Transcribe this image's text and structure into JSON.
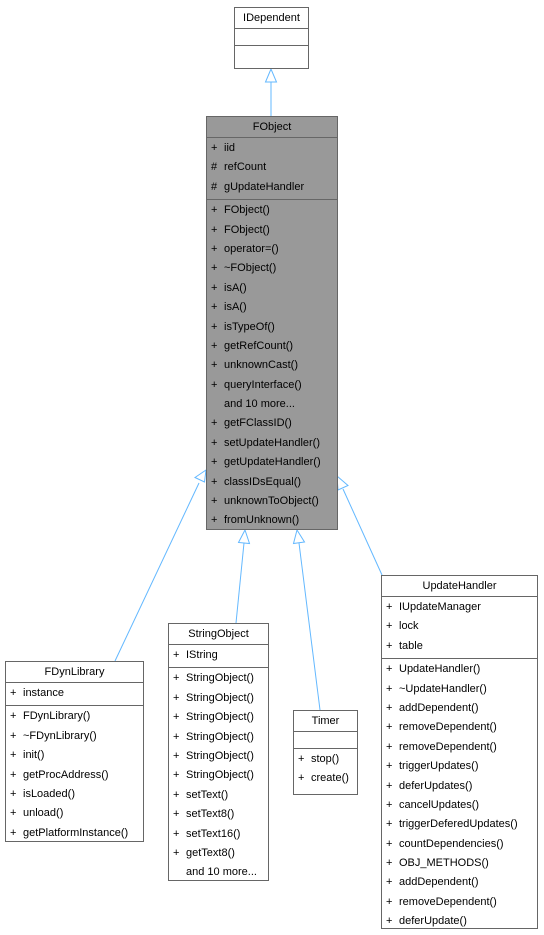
{
  "classes": {
    "idependent": {
      "name": "IDependent",
      "attributes": [],
      "methods": []
    },
    "fobject": {
      "name": "FObject",
      "attributes": [
        {
          "vis": "+",
          "name": "iid"
        },
        {
          "vis": "#",
          "name": "refCount"
        },
        {
          "vis": "#",
          "name": "gUpdateHandler"
        }
      ],
      "methods": [
        {
          "vis": "+",
          "name": "FObject()"
        },
        {
          "vis": "+",
          "name": "FObject()"
        },
        {
          "vis": "+",
          "name": "operator=()"
        },
        {
          "vis": "+",
          "name": "~FObject()"
        },
        {
          "vis": "+",
          "name": "isA()"
        },
        {
          "vis": "+",
          "name": "isA()"
        },
        {
          "vis": "+",
          "name": "isTypeOf()"
        },
        {
          "vis": "+",
          "name": "getRefCount()"
        },
        {
          "vis": "+",
          "name": "unknownCast()"
        },
        {
          "vis": "+",
          "name": "queryInterface()"
        },
        {
          "vis": "",
          "name": "and 10 more..."
        },
        {
          "vis": "+",
          "name": "getFClassID()"
        },
        {
          "vis": "+",
          "name": "setUpdateHandler()"
        },
        {
          "vis": "+",
          "name": "getUpdateHandler()"
        },
        {
          "vis": "+",
          "name": "classIDsEqual()"
        },
        {
          "vis": "+",
          "name": "unknownToObject()"
        },
        {
          "vis": "+",
          "name": "fromUnknown()"
        }
      ]
    },
    "fdynlibrary": {
      "name": "FDynLibrary",
      "attributes": [
        {
          "vis": "+",
          "name": "instance"
        }
      ],
      "methods": [
        {
          "vis": "+",
          "name": "FDynLibrary()"
        },
        {
          "vis": "+",
          "name": "~FDynLibrary()"
        },
        {
          "vis": "+",
          "name": "init()"
        },
        {
          "vis": "+",
          "name": "getProcAddress()"
        },
        {
          "vis": "+",
          "name": "isLoaded()"
        },
        {
          "vis": "+",
          "name": "unload()"
        },
        {
          "vis": "+",
          "name": "getPlatformInstance()"
        }
      ]
    },
    "stringobject": {
      "name": "StringObject",
      "attributes": [
        {
          "vis": "+",
          "name": "IString"
        }
      ],
      "methods": [
        {
          "vis": "+",
          "name": "StringObject()"
        },
        {
          "vis": "+",
          "name": "StringObject()"
        },
        {
          "vis": "+",
          "name": "StringObject()"
        },
        {
          "vis": "+",
          "name": "StringObject()"
        },
        {
          "vis": "+",
          "name": "StringObject()"
        },
        {
          "vis": "+",
          "name": "StringObject()"
        },
        {
          "vis": "+",
          "name": "setText()"
        },
        {
          "vis": "+",
          "name": "setText8()"
        },
        {
          "vis": "+",
          "name": "setText16()"
        },
        {
          "vis": "+",
          "name": "getText8()"
        },
        {
          "vis": "",
          "name": "and 10 more..."
        }
      ]
    },
    "timer": {
      "name": "Timer",
      "attributes": [],
      "methods": [
        {
          "vis": "+",
          "name": "stop()"
        },
        {
          "vis": "+",
          "name": "create()"
        }
      ]
    },
    "updatehandler": {
      "name": "UpdateHandler",
      "attributes": [
        {
          "vis": "+",
          "name": "IUpdateManager"
        },
        {
          "vis": "+",
          "name": "lock"
        },
        {
          "vis": "+",
          "name": "table"
        }
      ],
      "methods": [
        {
          "vis": "+",
          "name": "UpdateHandler()"
        },
        {
          "vis": "+",
          "name": "~UpdateHandler()"
        },
        {
          "vis": "+",
          "name": "addDependent()"
        },
        {
          "vis": "+",
          "name": "removeDependent()"
        },
        {
          "vis": "+",
          "name": "removeDependent()"
        },
        {
          "vis": "+",
          "name": "triggerUpdates()"
        },
        {
          "vis": "+",
          "name": "deferUpdates()"
        },
        {
          "vis": "+",
          "name": "cancelUpdates()"
        },
        {
          "vis": "+",
          "name": "triggerDeferedUpdates()"
        },
        {
          "vis": "+",
          "name": "countDependencies()"
        },
        {
          "vis": "+",
          "name": "OBJ_METHODS()"
        },
        {
          "vis": "+",
          "name": "addDependent()"
        },
        {
          "vis": "+",
          "name": "removeDependent()"
        },
        {
          "vis": "+",
          "name": "deferUpdate()"
        }
      ]
    }
  },
  "edge_color": "#63b8ff",
  "focus_color": "#999999"
}
